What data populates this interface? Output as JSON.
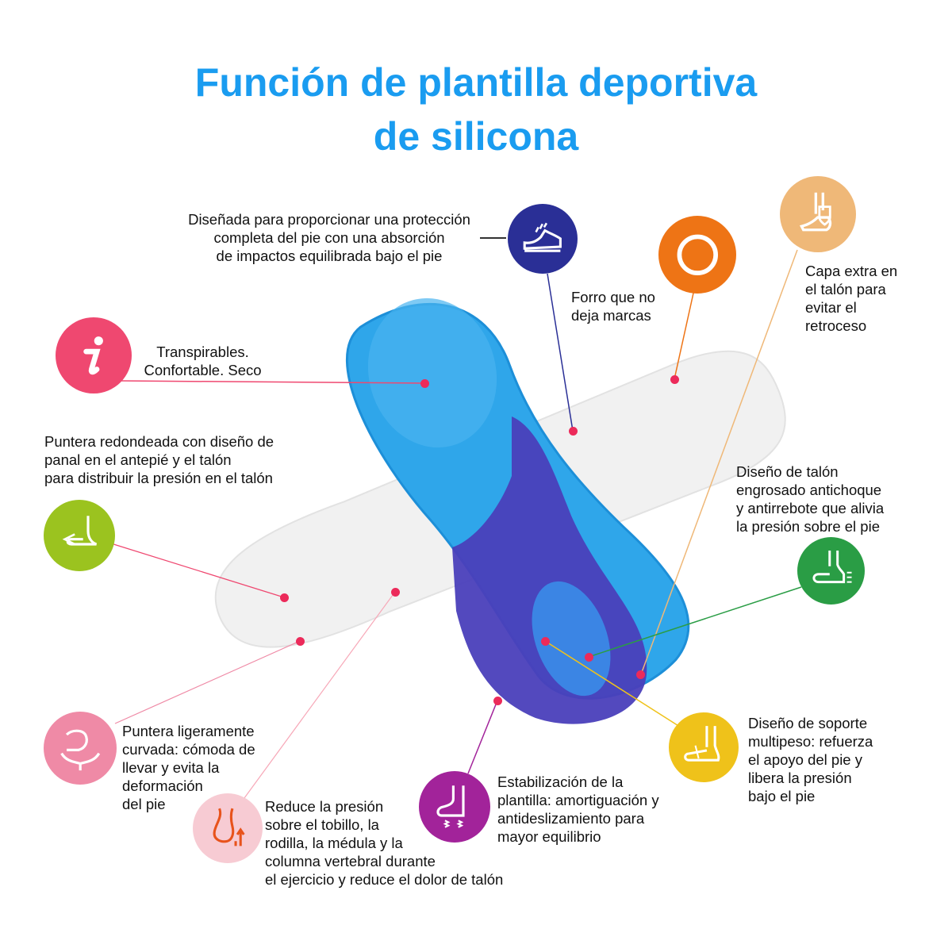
{
  "title": {
    "line1": "Función de plantilla deportiva",
    "line2": "de silicona"
  },
  "colors": {
    "title": "#1a9cf0",
    "navy": "#2a2f96",
    "orange": "#ee7415",
    "tan": "#efb878",
    "pink_info": "#ef4870",
    "lime": "#9bc31f",
    "green": "#2a9d45",
    "rose": "#ef8aa6",
    "light_pink": "#f7cbd3",
    "magenta": "#a2239a",
    "yellow": "#efc21a",
    "dot": "#ec2a5a"
  },
  "features": [
    {
      "id": "protection",
      "icon": "sneaker-icon",
      "text": "Diseñada para proporcionar una protección\ncompleta del pie con una absorción\nde impactos equilibrada bajo el pie"
    },
    {
      "id": "lining",
      "icon": "ring-icon",
      "text": "Forro que no\ndeja marcas"
    },
    {
      "id": "heel-layer",
      "icon": "heel-shield-icon",
      "text": "Capa extra en\nel talón para\nevitar el\nretroceso"
    },
    {
      "id": "breathable",
      "icon": "info-icon",
      "text": "Transpirables.\nConfortable. Seco"
    },
    {
      "id": "honeycomb",
      "icon": "foot-arrows-icon",
      "text": "Puntera redondeada con diseño de\npanal en el antepié y el talón\npara distribuir la presión en el talón"
    },
    {
      "id": "thick-heel",
      "icon": "foot-shock-icon",
      "text": "Diseño de talón\nengrosado antichoque\ny antirrebote que alivia\nla presión sobre el pie"
    },
    {
      "id": "curved-toe",
      "icon": "foot-curve-icon",
      "text": "Puntera ligeramente\ncurvada: cómoda de\nllevar y evita la\ndeformación\ndel pie"
    },
    {
      "id": "pressure",
      "icon": "leg-arrows-icon",
      "text": "Reduce la presión\nsobre el tobillo, la\nrodilla, la médula y la\ncolumna vertebral durante\nel ejercicio y reduce el dolor de talón"
    },
    {
      "id": "stabilization",
      "icon": "foot-springs-icon",
      "text": "Estabilización de la\nplantilla: amortiguación y\nantideslizamiento para\nmayor equilibrio"
    },
    {
      "id": "multiweight",
      "icon": "foot-support-icon",
      "text": "Diseño de soporte\nmultipeso: refuerza\nel apoyo del pie y\nlibera la presión\nbajo el pie"
    }
  ]
}
